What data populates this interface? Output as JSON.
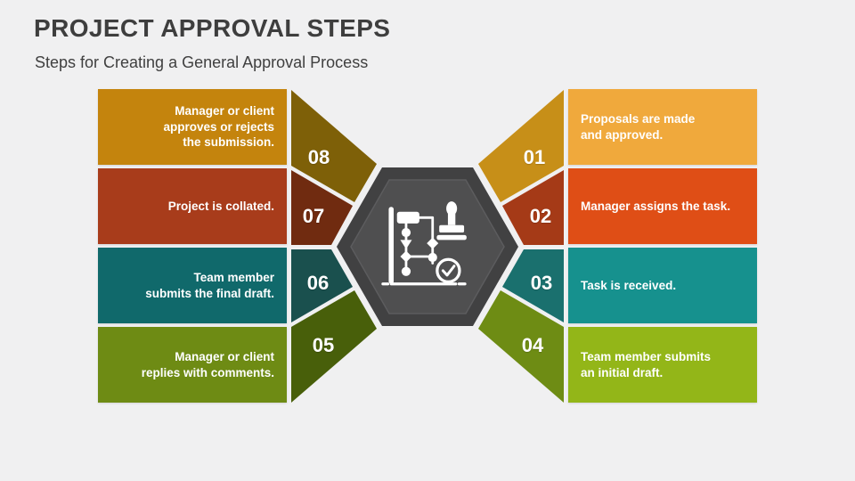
{
  "slide": {
    "title": "PROJECT APPROVAL STEPS",
    "subtitle": "Steps for Creating a General Approval Process",
    "background_color": "#F0F0F1",
    "title_color": "#3E3E3E"
  },
  "center": {
    "icon": "approval-flowchart-stamp-icon",
    "hexagon_outer_color": "#414142",
    "hexagon_inner_color": "#4F4F50",
    "icon_color": "#FFFFFF"
  },
  "steps": [
    {
      "number": "01",
      "side": "right",
      "text": "Proposals are made\nand approved.",
      "box_color": "#F0A93C",
      "tab_color": "#C78F18"
    },
    {
      "number": "02",
      "side": "right",
      "text": "Manager assigns the task.",
      "box_color": "#DF4E16",
      "tab_color": "#A53A17"
    },
    {
      "number": "03",
      "side": "right",
      "text": "Task is received.",
      "box_color": "#16918E",
      "tab_color": "#1A706E"
    },
    {
      "number": "04",
      "side": "right",
      "text": "Team member submits\nan initial draft.",
      "box_color": "#93B618",
      "tab_color": "#6E8C14"
    },
    {
      "number": "05",
      "side": "left",
      "text": "Manager or client\nreplies with comments.",
      "box_color": "#6E8B14",
      "tab_color": "#485F0A"
    },
    {
      "number": "06",
      "side": "left",
      "text": "Team member\nsubmits the final draft.",
      "box_color": "#10696B",
      "tab_color": "#1A504E"
    },
    {
      "number": "07",
      "side": "left",
      "text": "Project is collated.",
      "box_color": "#A83C1B",
      "tab_color": "#702B10"
    },
    {
      "number": "08",
      "side": "left",
      "text": "Manager or client\napproves or rejects\nthe submission.",
      "box_color": "#C4840D",
      "tab_color": "#7E6008"
    }
  ]
}
